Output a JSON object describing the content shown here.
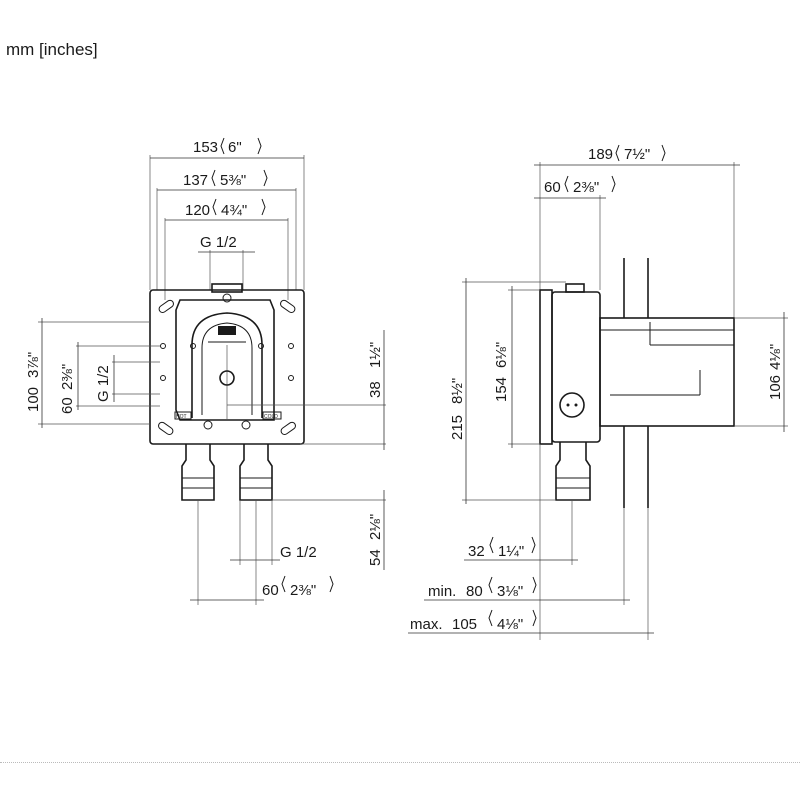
{
  "units_label": "mm [inches]",
  "front_view": {
    "dims": {
      "w153": {
        "mm": "153",
        "in": "6\""
      },
      "w137": {
        "mm": "137",
        "in": "5⅜\""
      },
      "w120": {
        "mm": "120",
        "in": "4¾\""
      },
      "thread_top": "G 1/2",
      "h100": {
        "mm": "100",
        "in": "3⅞\""
      },
      "h60": {
        "mm": "60",
        "in": "2⅜\""
      },
      "thread_left": "G 1/2",
      "h38": {
        "mm": "38",
        "in": "1½\""
      },
      "h54": {
        "mm": "54",
        "in": "2⅛\""
      },
      "thread_bottom": "G 1/2",
      "w60": {
        "mm": "60",
        "in": "2⅜\""
      }
    },
    "labels": {
      "hot": "HOT",
      "cold": "COLD"
    }
  },
  "side_view": {
    "dims": {
      "w189": {
        "mm": "189",
        "in": "7½\""
      },
      "w60": {
        "mm": "60",
        "in": "2⅜\""
      },
      "h154": {
        "mm": "154",
        "in": "6⅛\""
      },
      "h215": {
        "mm": "215",
        "in": "8½\""
      },
      "h106": {
        "mm": "106",
        "in": "4⅛\""
      },
      "d32": {
        "mm": "32",
        "in": "1¼\""
      },
      "min80": {
        "prefix": "min.",
        "mm": "80",
        "in": "3⅛\""
      },
      "max105": {
        "prefix": "max.",
        "mm": "105",
        "in": "4⅛\""
      }
    }
  }
}
